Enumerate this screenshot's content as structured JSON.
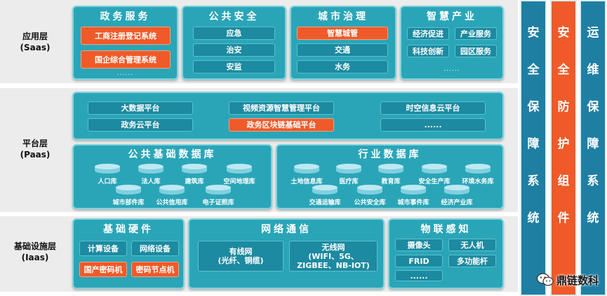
{
  "layers": {
    "saas": {
      "name": "应用层",
      "sub": "(Saas)"
    },
    "paas": {
      "name": "平台层",
      "sub": "(Paas)"
    },
    "iaas": {
      "name": "基础设施层",
      "sub": "(Iaas)"
    }
  },
  "saas": {
    "gov": {
      "title": "政务服务",
      "items": [
        "工商注册登记系统",
        "国企综合管理系统"
      ],
      "more": "......"
    },
    "safety": {
      "title": "公共安全",
      "items": [
        "应急",
        "治安",
        "安监"
      ]
    },
    "city": {
      "title": "城市治理",
      "items": [
        "智慧城管",
        "交通",
        "水务"
      ]
    },
    "industry": {
      "title": "智慧产业",
      "items": [
        "经济促进",
        "产业服务",
        "科技创新",
        "园区服务"
      ],
      "more": "......"
    }
  },
  "paas": {
    "platforms": [
      "大数据平台",
      "政务云平台",
      "视频资源智慧管理平台",
      "政务区块链基础平台",
      "时空信息云平台",
      "......"
    ],
    "public_db": {
      "title": "公共基础数据库",
      "row1": [
        "人口库",
        "法人库",
        "建筑库",
        "空间地理库"
      ],
      "row2": [
        "城市部件库",
        "公共信用库",
        "电子证照库"
      ]
    },
    "industry_db": {
      "title": "行业数据库",
      "row1": [
        "土地信息库",
        "医疗库",
        "教育库",
        "安全生产库",
        "环境水务库"
      ],
      "row2": [
        "交通运输库",
        "公共安全库",
        "城市事件库",
        "经济产业库"
      ]
    }
  },
  "iaas": {
    "hardware": {
      "title": "基础硬件",
      "items": [
        "计算设备",
        "网络设备",
        "国产密码机",
        "密码节点机"
      ]
    },
    "network": {
      "title": "网络通信",
      "wired_1": "有线网",
      "wired_2": "(光纤、铜缆)",
      "wireless_1": "无线网",
      "wireless_2": "(WIFI、5G、",
      "wireless_3": "ZIGBEE、NB-IOT)"
    },
    "iot": {
      "title": "物联感知",
      "items": [
        "摄像头",
        "无人机",
        "FRID",
        "多功能杆"
      ],
      "more": "......"
    }
  },
  "side": {
    "security": [
      "安",
      "全",
      "保",
      "障",
      "系",
      "统"
    ],
    "protection": [
      "安",
      "全",
      "防",
      "护",
      "组",
      "件"
    ],
    "ops": [
      "运",
      "维",
      "保",
      "障",
      "系",
      "统"
    ]
  },
  "watermark": "鼎链数科",
  "colors": {
    "teal": "#2aa5b8",
    "teal_dark": "#1c8aa0",
    "orange": "#f05a28",
    "side_blue": "#1e7fa3"
  }
}
